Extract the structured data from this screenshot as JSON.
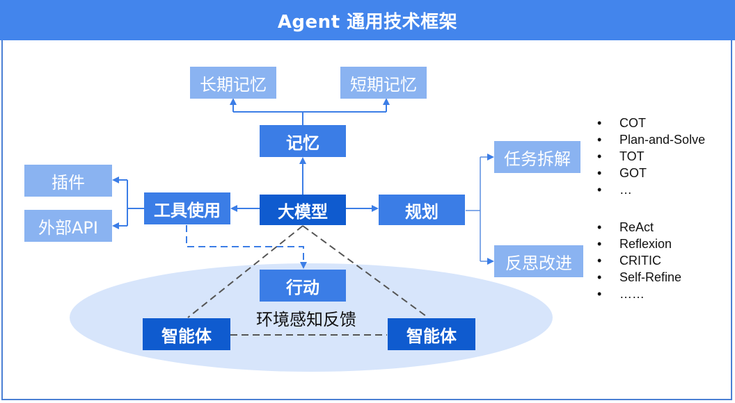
{
  "title": "Agent 通用技术框架",
  "nodes": {
    "long_term_memory": "长期记忆",
    "short_term_memory": "短期记忆",
    "memory": "记忆",
    "plugin": "插件",
    "external_api": "外部API",
    "tool_use": "工具使用",
    "llm": "大模型",
    "planning": "规划",
    "task_decomposition": "任务拆解",
    "reflection": "反思改进",
    "action": "行动",
    "env_feedback": "环境感知反馈",
    "agent_left": "智能体",
    "agent_right": "智能体"
  },
  "task_decomposition_methods": [
    "COT",
    "Plan-and-Solve",
    "TOT",
    "GOT",
    "…"
  ],
  "reflection_methods": [
    "ReAct",
    "Reflexion",
    "CRITIC",
    "Self-Refine",
    "……"
  ],
  "bullet": "•",
  "colors": {
    "header": "#4385ec",
    "light_box": "#8ab3f1",
    "mid_box": "#3b7de6",
    "dark_box": "#0f5bcf",
    "ellipse": "#d7e5fb",
    "arrow": "#3b7de6",
    "dashed_gray": "#555555"
  }
}
